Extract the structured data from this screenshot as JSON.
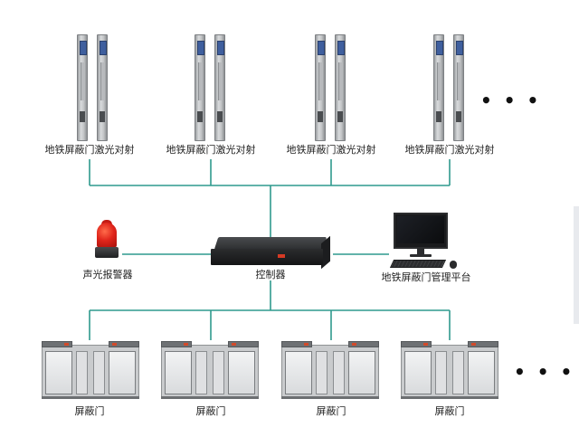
{
  "lasers": {
    "label": "地铁屏蔽门激光对射",
    "count": 4,
    "more": "• • •"
  },
  "alarm": {
    "label": "声光报警器"
  },
  "controller": {
    "label": "控制器"
  },
  "platform": {
    "label": "地铁屏蔽门管理平台"
  },
  "doors": {
    "label": "屏蔽门",
    "count": 4,
    "more": "• • •"
  },
  "colors": {
    "wire": "#2f9a8d",
    "alarm_red": "#e0251b",
    "device_dark": "#2c2e30",
    "post_grey": "#c4c6c8"
  },
  "icons": [
    "laser-post-icon",
    "alarm-light-icon",
    "controller-box-icon",
    "computer-icon",
    "screen-door-icon"
  ]
}
